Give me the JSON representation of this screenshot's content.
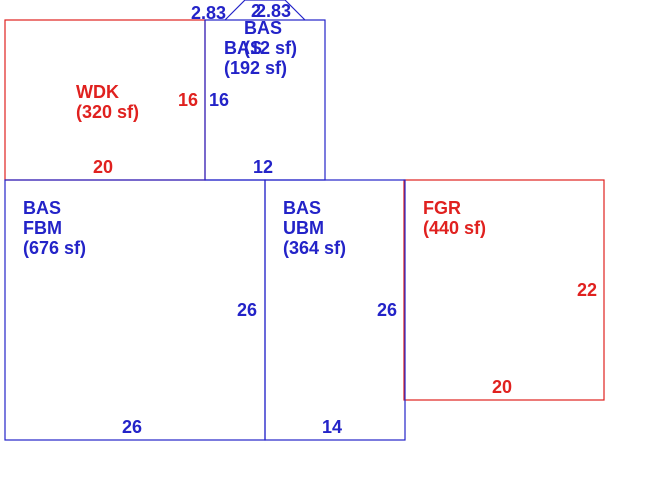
{
  "colors": {
    "red": "#e0211f",
    "blue": "#2323c8"
  },
  "areas": {
    "wdk": {
      "code": "WDK",
      "area": "(320 sf)"
    },
    "bas_top": {
      "code": "BAS",
      "code2": "BAS",
      "area1": "(12 sf)",
      "area2": "(192 sf)"
    },
    "fbm": {
      "code": "BAS",
      "sub": "FBM",
      "area": "(676 sf)"
    },
    "ubm": {
      "code": "BAS",
      "sub": "UBM",
      "area": "(364 sf)"
    },
    "fgr": {
      "code": "FGR",
      "area": "(440 sf)"
    }
  },
  "dimensions": {
    "wdk_bottom": "20",
    "wdk_side": "16",
    "bas_top_side": "16",
    "bas_top_bottom": "12",
    "roof_left": "2.83",
    "roof_mid": "2",
    "roof_right": "2.83",
    "fbm_side": "26",
    "fbm_bottom": "26",
    "ubm_side": "26",
    "ubm_bottom": "14",
    "fgr_side": "22",
    "fgr_bottom": "20"
  }
}
